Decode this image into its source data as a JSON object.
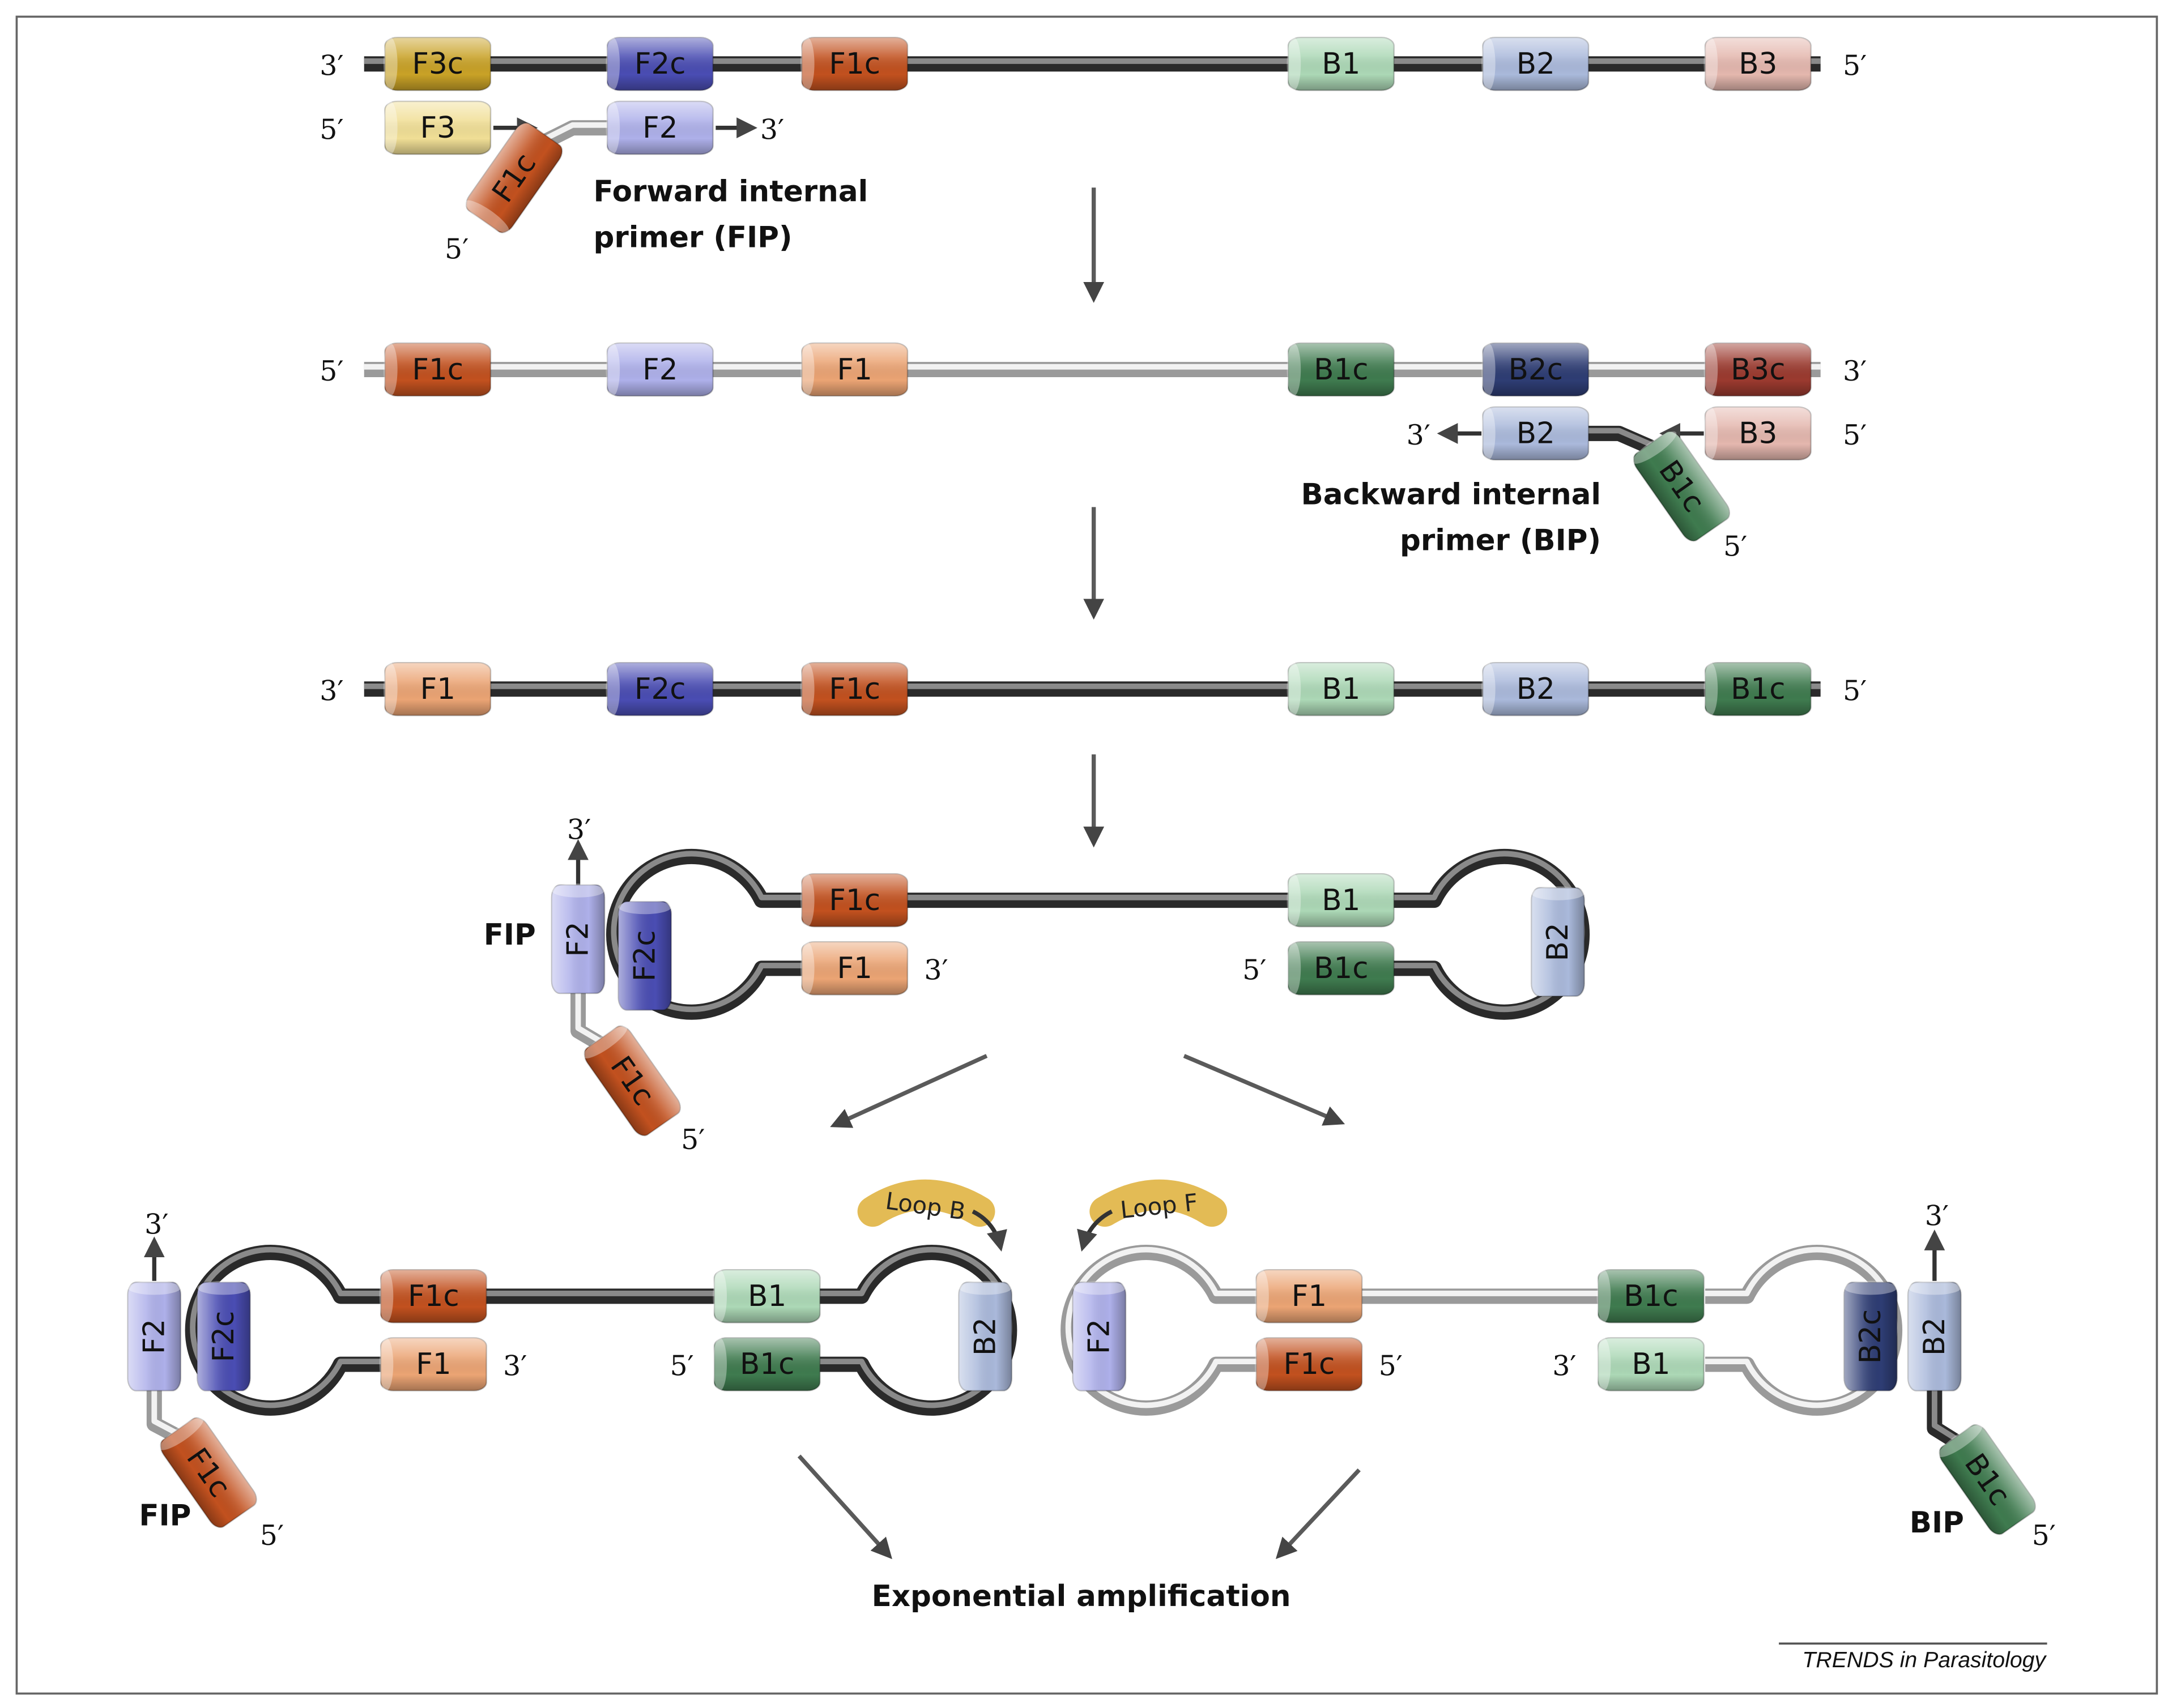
{
  "colors": {
    "F3c": "#c9a227",
    "F3": "#f1df96",
    "F2c": "#4a4db3",
    "F2": "#aeb0ea",
    "F1c": "#c2511f",
    "F1": "#eba474",
    "B1": "#acd8b6",
    "B1c": "#3f7b4f",
    "B2": "#aab9db",
    "B2c": "#2e3d74",
    "B3": "#e4b7ae",
    "B3c": "#9b3a2f",
    "dark_strand": "#3c3c3c",
    "light_strand": "#c4c4c4",
    "arrow": "#555555",
    "loop_label": "#e3bb55"
  },
  "step1": {
    "template": {
      "left_end": "3′",
      "right_end": "5′",
      "segments": [
        "F3c",
        "F2c",
        "F1c",
        "B1",
        "B2",
        "B3"
      ]
    },
    "primers": {
      "left_end": "5′",
      "f3": "F3",
      "f2": "F2",
      "f2_end": "3′",
      "f1c": "F1c",
      "f1c_end": "5′"
    },
    "label_line1": "Forward internal",
    "label_line2": "primer (FIP)"
  },
  "step2": {
    "strand": {
      "left_end": "5′",
      "right_end": "3′",
      "segments": [
        "F1c",
        "F2",
        "F1",
        "B1c",
        "B2c",
        "B3c"
      ]
    },
    "primers": {
      "b2_end": "3′",
      "b2": "B2",
      "b3": "B3",
      "b3_end": "5′",
      "b1c": "B1c",
      "b1c_end": "5′"
    },
    "label_line1": "Backward internal",
    "label_line2": "primer (BIP)"
  },
  "step3": {
    "strand": {
      "left_end": "3′",
      "right_end": "5′",
      "segments": [
        "F1",
        "F2c",
        "F1c",
        "B1",
        "B2",
        "B1c"
      ]
    }
  },
  "step4": {
    "fip_label": "FIP",
    "f2": "F2",
    "f2_end": "3′",
    "f2c": "F2c",
    "f1c_top": "F1c",
    "f1": "F1",
    "f1_end": "3′",
    "fip_f1c": "F1c",
    "fip_end": "5′",
    "b1": "B1",
    "b1c": "B1c",
    "b1c_end": "5′",
    "b2": "B2"
  },
  "step5_left": {
    "fip_label": "FIP",
    "f2": "F2",
    "f2_end": "3′",
    "f2c": "F2c",
    "f1c_top": "F1c",
    "f1": "F1",
    "f1_end": "3′",
    "fip_f1c": "F1c",
    "fip_end": "5′",
    "b1": "B1",
    "b1c": "B1c",
    "b1c_end": "5′",
    "b2": "B2",
    "loop": "Loop B"
  },
  "step5_right": {
    "bip_label": "BIP",
    "f2": "F2",
    "f1": "F1",
    "f1c": "F1c",
    "f1c_end": "5′",
    "b1c_top": "B1c",
    "b1": "B1",
    "b1_end": "3′",
    "b2c": "B2c",
    "b2": "B2",
    "b2_end": "3′",
    "bip_b1c": "B1c",
    "bip_end": "5′",
    "loop": "Loop F"
  },
  "result": "Exponential amplification",
  "credit": "TRENDS in Parasitology"
}
